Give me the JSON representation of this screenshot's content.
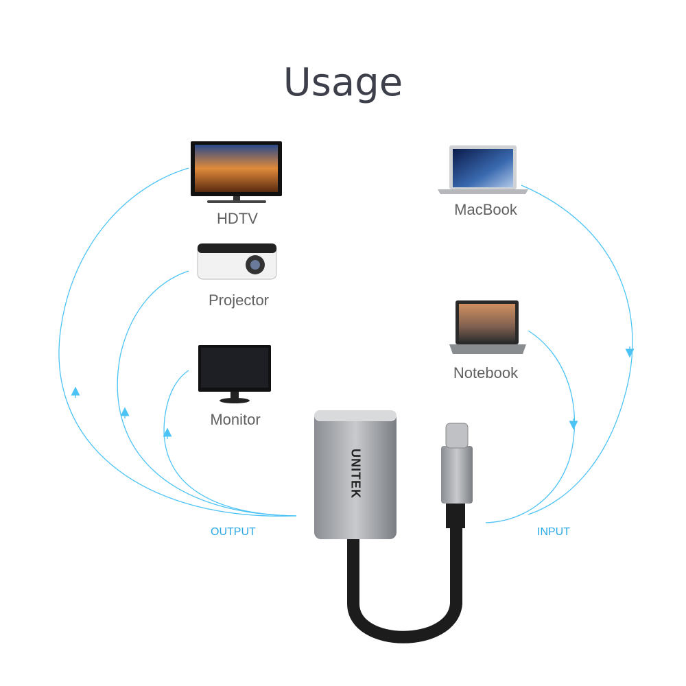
{
  "title": "Usage",
  "outputs": [
    "HDTV",
    "Projector",
    "Monitor"
  ],
  "inputs": [
    "MacBook",
    "Notebook"
  ],
  "output_label": "OUTPUT",
  "input_label": "INPUT",
  "brand": "UNITEK",
  "colors": {
    "arrow": "#4cc3f5",
    "title": "#3d3f4a",
    "label": "#606060"
  }
}
